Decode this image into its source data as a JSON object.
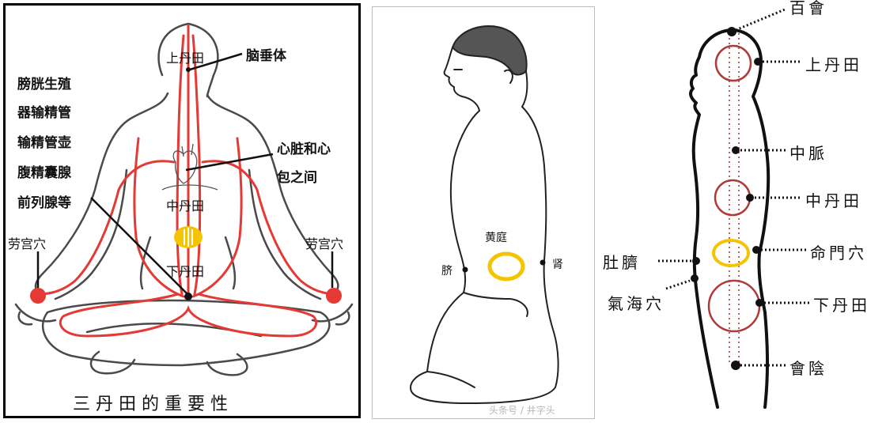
{
  "panel_meditator": {
    "label_upper_dantian": "上丹田",
    "label_pituitary": "脑垂体",
    "label_organs": [
      "膀胱生殖",
      "器输精管",
      "输精管壶",
      "腹精囊腺",
      "前列腺等"
    ],
    "label_heart": [
      "心脏和心",
      "包之间"
    ],
    "label_middle_dantian": "中丹田",
    "label_lower_dantian": "下丹田",
    "label_laogong_left": "劳宫穴",
    "label_laogong_right": "劳宫穴",
    "caption": "三 丹 田 的 重 要 性",
    "colors": {
      "meridian": "#e53935",
      "highlight": "#f5c400",
      "point": "#e53935"
    }
  },
  "panel_kneeling": {
    "label_huangting": "黄庭",
    "label_navel": "脐",
    "label_kidney": "肾",
    "watermark": "头条号 / 井字头"
  },
  "panel_profile": {
    "label_baihui": "百會",
    "label_upper_dantian": "上丹田",
    "label_zhongmai": "中脈",
    "label_middle_dantian": "中丹田",
    "label_mingmen": "命門穴",
    "label_navel": "肚臍",
    "label_qihai": "氣海穴",
    "label_lower_dantian": "下丹田",
    "label_huiyin": "會陰",
    "colors": {
      "circle": "#b03a3a",
      "highlight": "#f5c400"
    }
  }
}
